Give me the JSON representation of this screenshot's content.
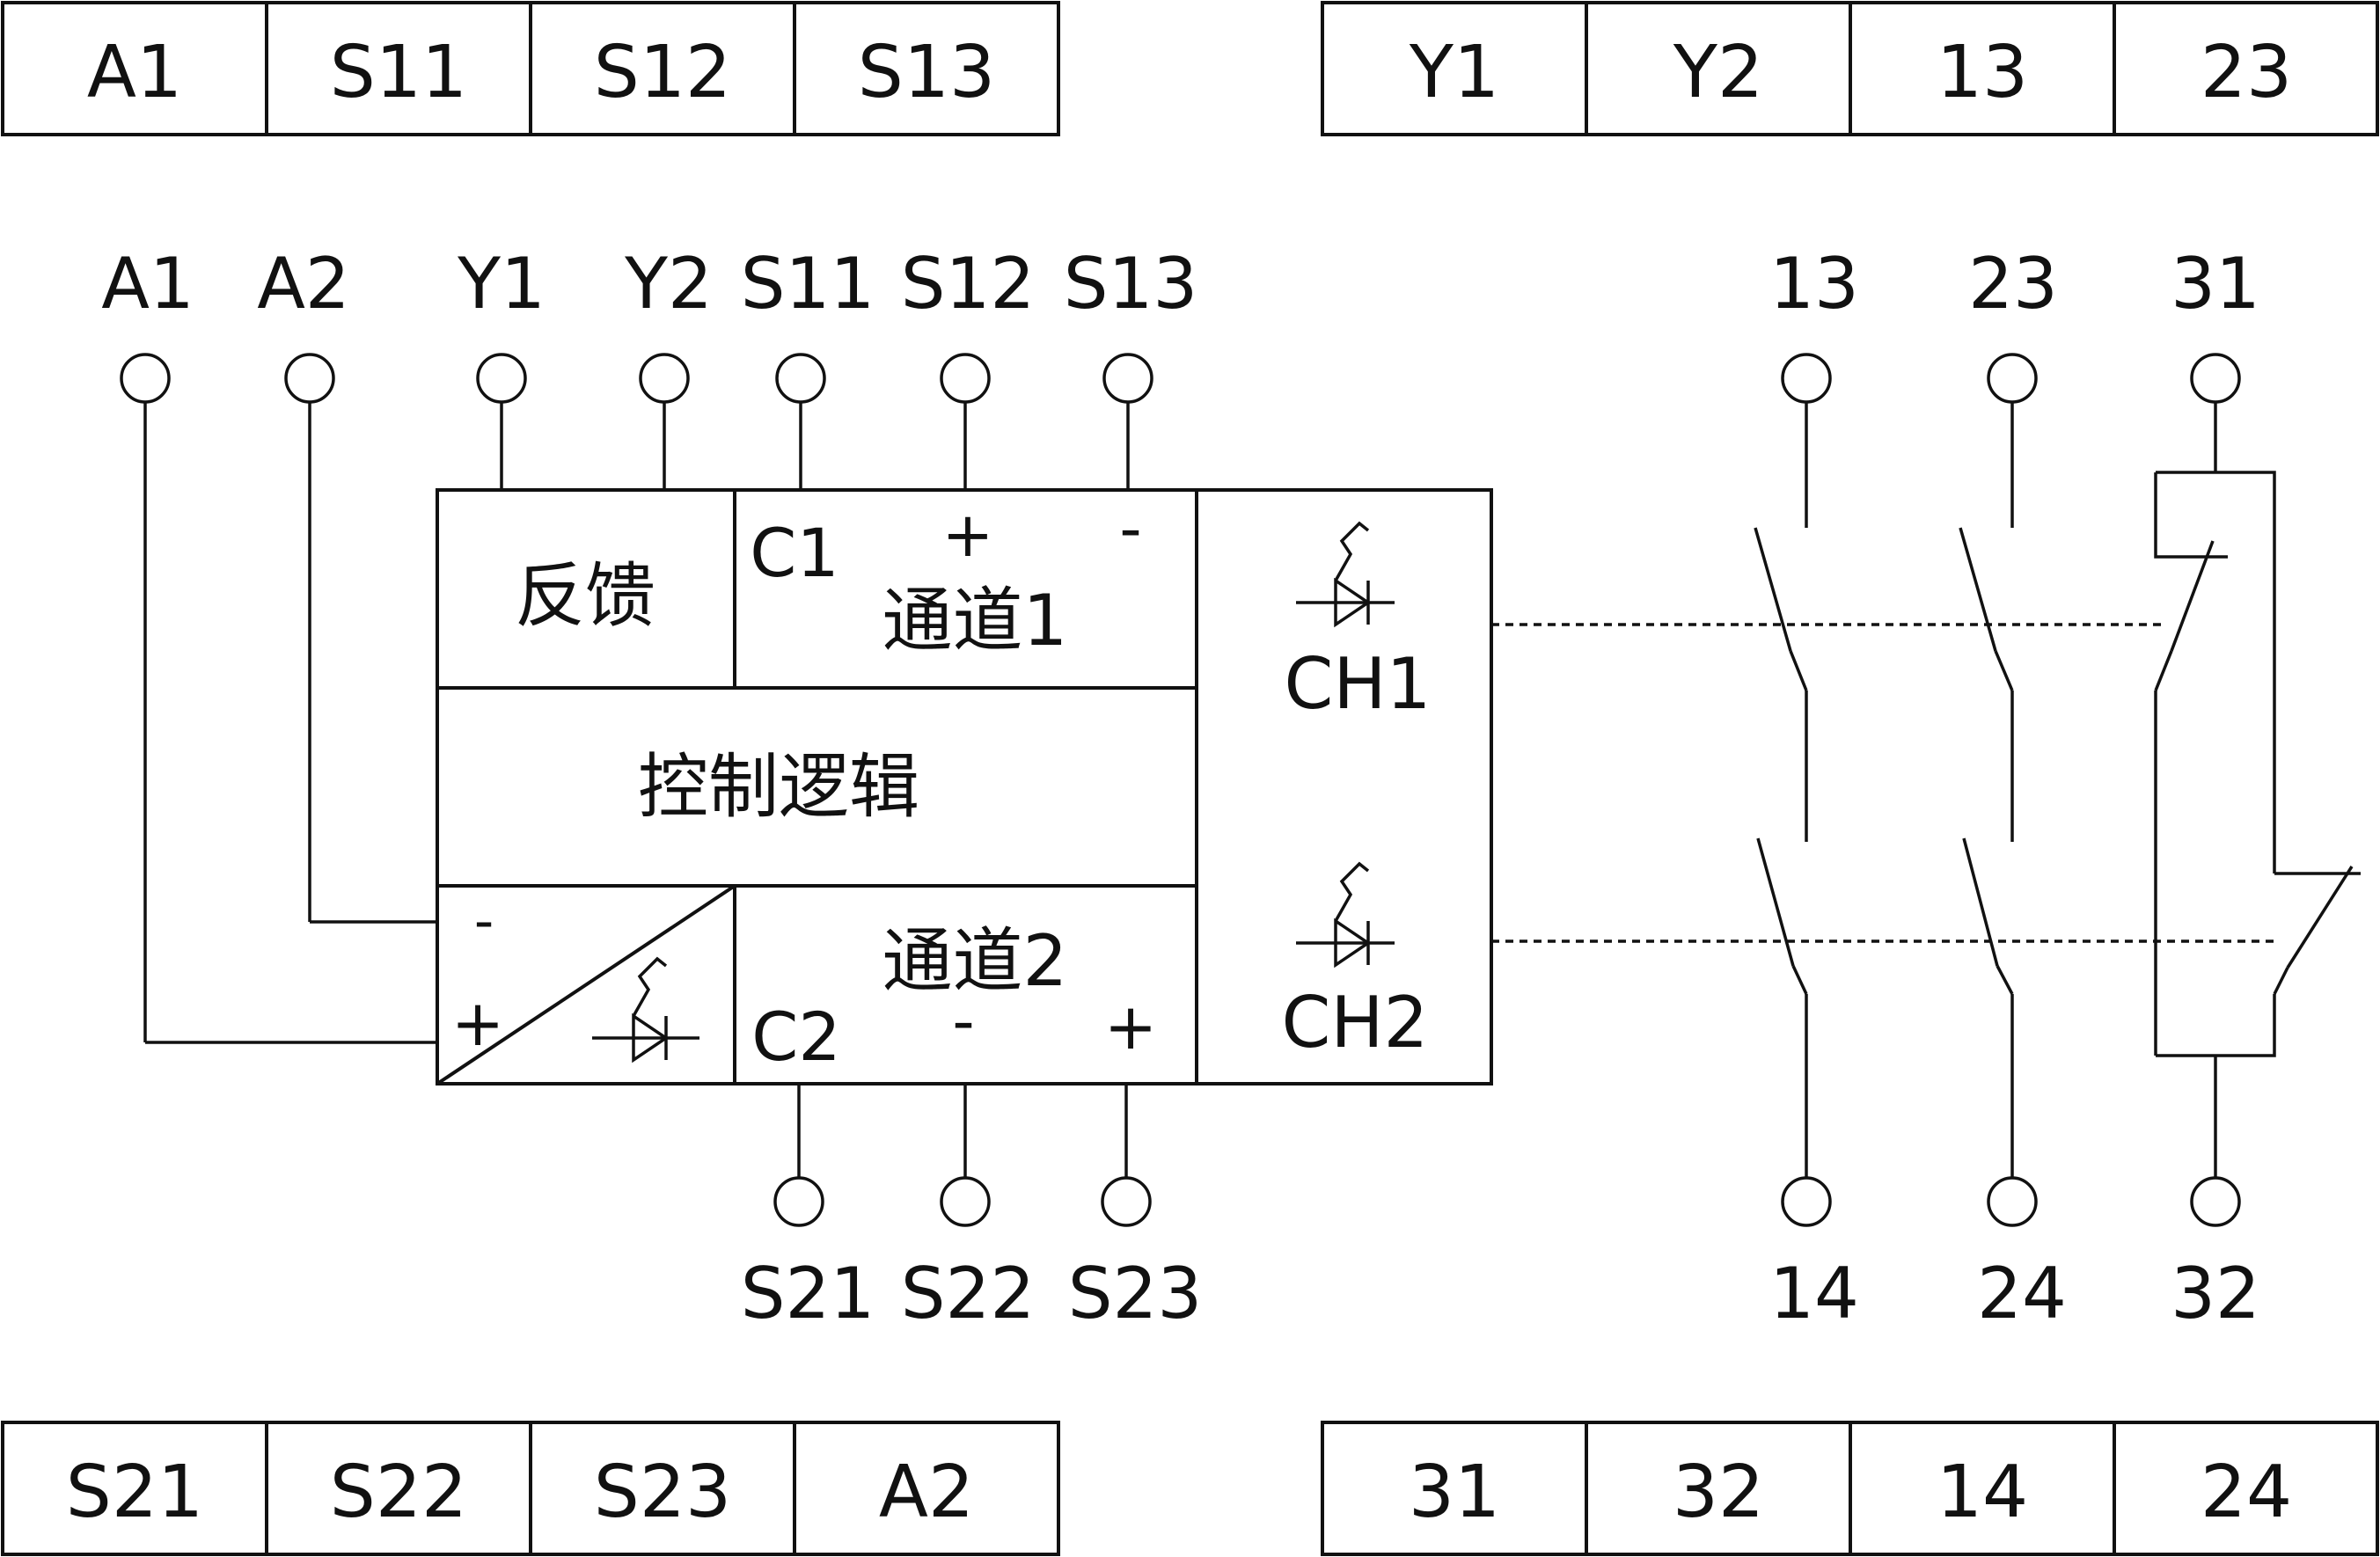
{
  "top_strip_left": [
    "A1",
    "S11",
    "S12",
    "S13"
  ],
  "top_strip_right": [
    "Y1",
    "Y2",
    "13",
    "23"
  ],
  "bottom_strip_left": [
    "S21",
    "S22",
    "S23",
    "A2"
  ],
  "bottom_strip_right": [
    "31",
    "32",
    "14",
    "24"
  ],
  "top_terminals": [
    "A1",
    "A2",
    "Y1",
    "Y2",
    "S11",
    "S12",
    "S13"
  ],
  "bottom_terminals": [
    "S21",
    "S22",
    "S23"
  ],
  "contact_top_terminals": [
    "13",
    "23",
    "31"
  ],
  "contact_bottom_terminals": [
    "14",
    "24",
    "32"
  ],
  "blocks": {
    "feedback": "反馈",
    "channel1": "通道1",
    "channel2": "通道2",
    "control_logic": "控制逻辑",
    "c1": "C1",
    "c2": "C2",
    "ch1": "CH1",
    "ch2": "CH2",
    "plus": "+",
    "minus": "-"
  }
}
